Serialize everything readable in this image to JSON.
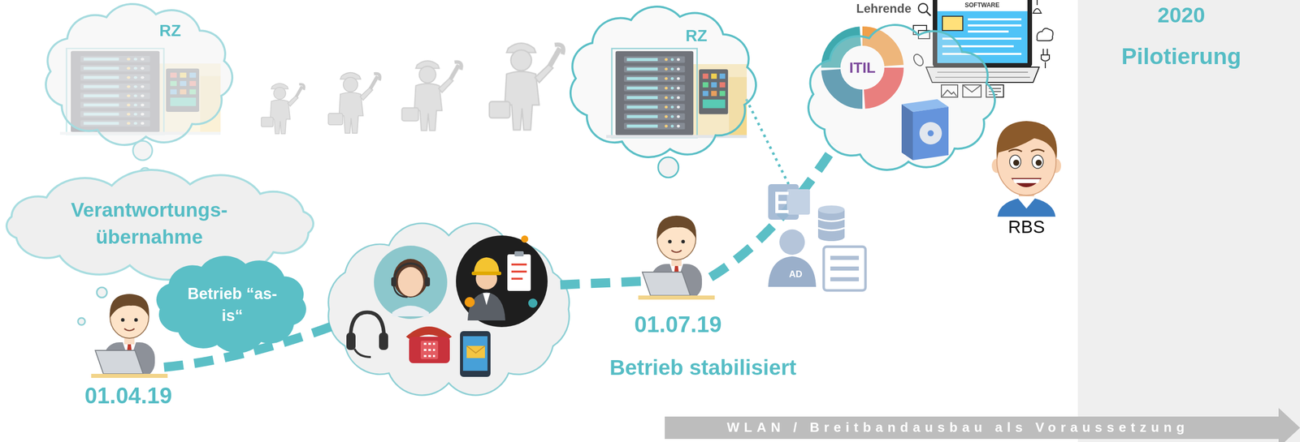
{
  "diagram": {
    "nodes": [
      {
        "text": [
          "RZ"
        ]
      },
      {
        "text": [
          "RZ"
        ]
      },
      {
        "text": [
          "Lehrende",
          "SOFTWARE",
          "ITIL"
        ]
      },
      {
        "text": [
          "2020",
          "Pilotierung"
        ]
      },
      {
        "text": [
          "Verantwortungs- übernahme"
        ]
      },
      {
        "text": [
          "Betrieb “as-is“"
        ]
      },
      {
        "text": [
          "WLAN / Breitbandausbau als Voraussetzung"
        ]
      }
    ],
    "labels": [
      "AD",
      "RBS",
      "01.04.19",
      "01.07.19",
      "Betrieb stabilisiert"
    ]
  }
}
